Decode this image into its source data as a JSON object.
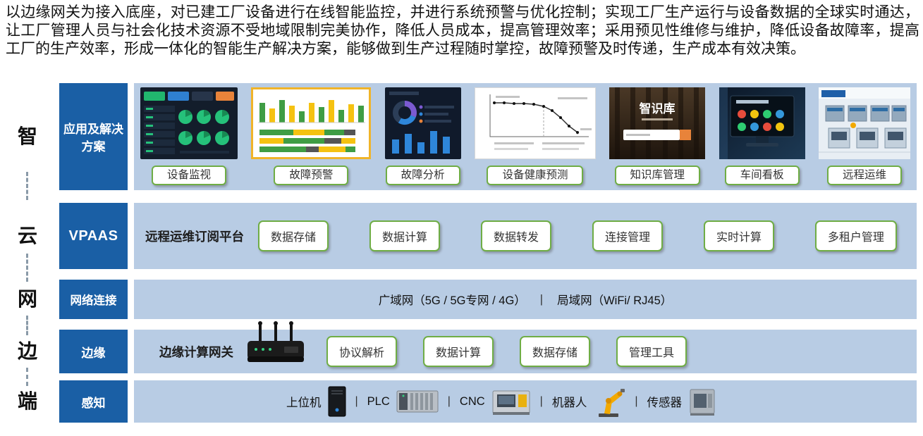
{
  "intro": {
    "text": "以边缘网关为接入底座，对已建工厂设备进行在线智能监控，并进行系统预警与优化控制；实现工厂生产运行与设备数据的全球实时通达，让工厂管理人员与社会化技术资源不受地域限制完美协作，降低人员成本，提高管理效率；采用预见性维修与维护，降低设备故障率，提高工厂的生产效率，形成一体化的智能生产解决方案，能够做到生产过程随时掌控，故障预警及时传递，生产成本有效决策。"
  },
  "rail": {
    "items": [
      "智",
      "云",
      "网",
      "边",
      "端"
    ]
  },
  "rows": {
    "app": {
      "category": "应用及解决方案",
      "items": [
        "设备监视",
        "故障预警",
        "故障分析",
        "设备健康预测",
        "知识库管理",
        "车间看板",
        "远程运维"
      ],
      "knowledge_title": "智识库"
    },
    "vpaas": {
      "category": "VPAAS",
      "platform_label": "远程运维订阅平台",
      "items": [
        "数据存储",
        "数据计算",
        "数据转发",
        "连接管理",
        "实时计算",
        "多租户管理"
      ]
    },
    "network": {
      "category": "网络连接",
      "wan": "广域网（5G / 5G专网 / 4G）",
      "separator": "|",
      "lan": "局域网（WiFi/ RJ45）"
    },
    "edge": {
      "category": "边缘",
      "gateway_label": "边缘计算网关",
      "items": [
        "协议解析",
        "数据计算",
        "数据存储",
        "管理工具"
      ]
    },
    "device": {
      "category": "感知",
      "separator": "|",
      "items": [
        "上位机",
        "PLC",
        "CNC",
        "机器人",
        "传感器"
      ]
    }
  },
  "colors": {
    "category_blue": "#1A5FA5",
    "band_blue": "#B8CCE4",
    "pill_border_green": "#6FAD45",
    "warning_border_yellow": "#F0B429"
  }
}
